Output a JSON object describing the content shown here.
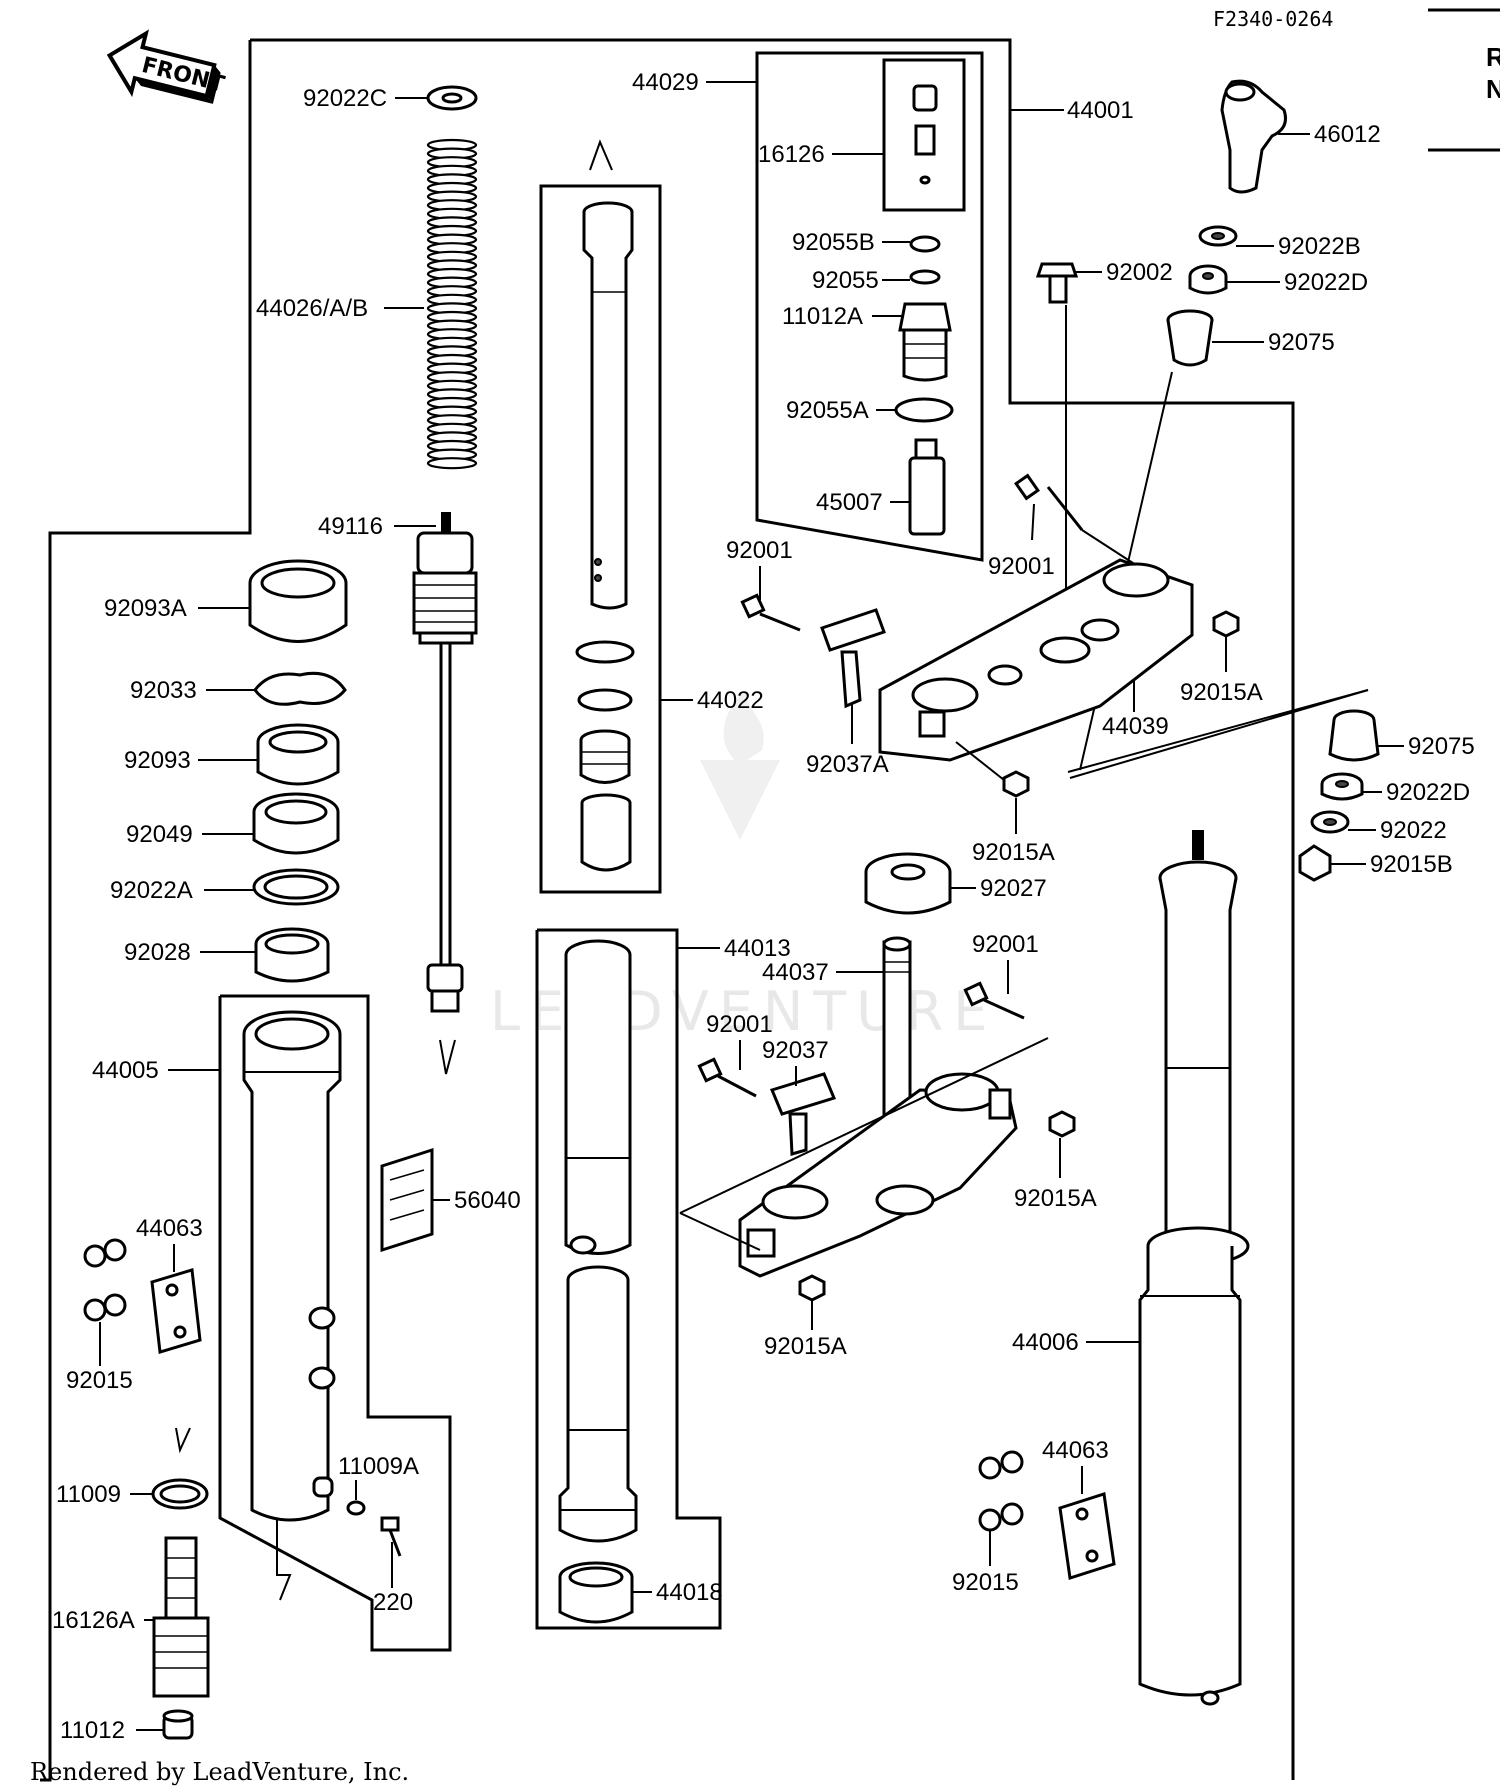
{
  "diagram_code": "F2340-0264",
  "front_label": "FRONT",
  "watermark": "LEADVENTURE",
  "footer": "Rendered by LeadVenture, Inc.",
  "corner_glyphs": [
    "R",
    "N"
  ],
  "parts": {
    "p92022C": "92022C",
    "p44029": "44029",
    "p44001": "44001",
    "p46012": "46012",
    "p16126": "16126",
    "p92022B": "92022B",
    "p92055B": "92055B",
    "p92002": "92002",
    "p92055": "92055",
    "p92022D_top": "92022D",
    "p44026": "44026/A/B",
    "p11012A": "11012A",
    "p92075_top": "92075",
    "p92055A": "92055A",
    "p45007": "45007",
    "p49116": "49116",
    "p92001_a": "92001",
    "p92001_b": "92001",
    "p92093A": "92093A",
    "p92033": "92033",
    "p44022": "44022",
    "p92015A_a": "92015A",
    "p44039": "44039",
    "p92075_r": "92075",
    "p92037A": "92037A",
    "p92022D_r": "92022D",
    "p92093": "92093",
    "p92049": "92049",
    "p92022": "92022",
    "p92015A_b": "92015A",
    "p92015B": "92015B",
    "p92022A": "92022A",
    "p92027": "92027",
    "p92028": "92028",
    "p44013": "44013",
    "p92001_c": "92001",
    "p44037": "44037",
    "p92001_d": "92001",
    "p92037": "92037",
    "p44005": "44005",
    "p56040": "56040",
    "p92015A_c": "92015A",
    "p44063_l": "44063",
    "p92015_l": "92015",
    "p92015A_d": "92015A",
    "p44006": "44006",
    "p11009A": "11009A",
    "p11009": "11009",
    "p44063_r": "44063",
    "p220": "220",
    "p44018": "44018",
    "p92015_r": "92015",
    "p16126A": "16126A",
    "p11012": "11012"
  }
}
